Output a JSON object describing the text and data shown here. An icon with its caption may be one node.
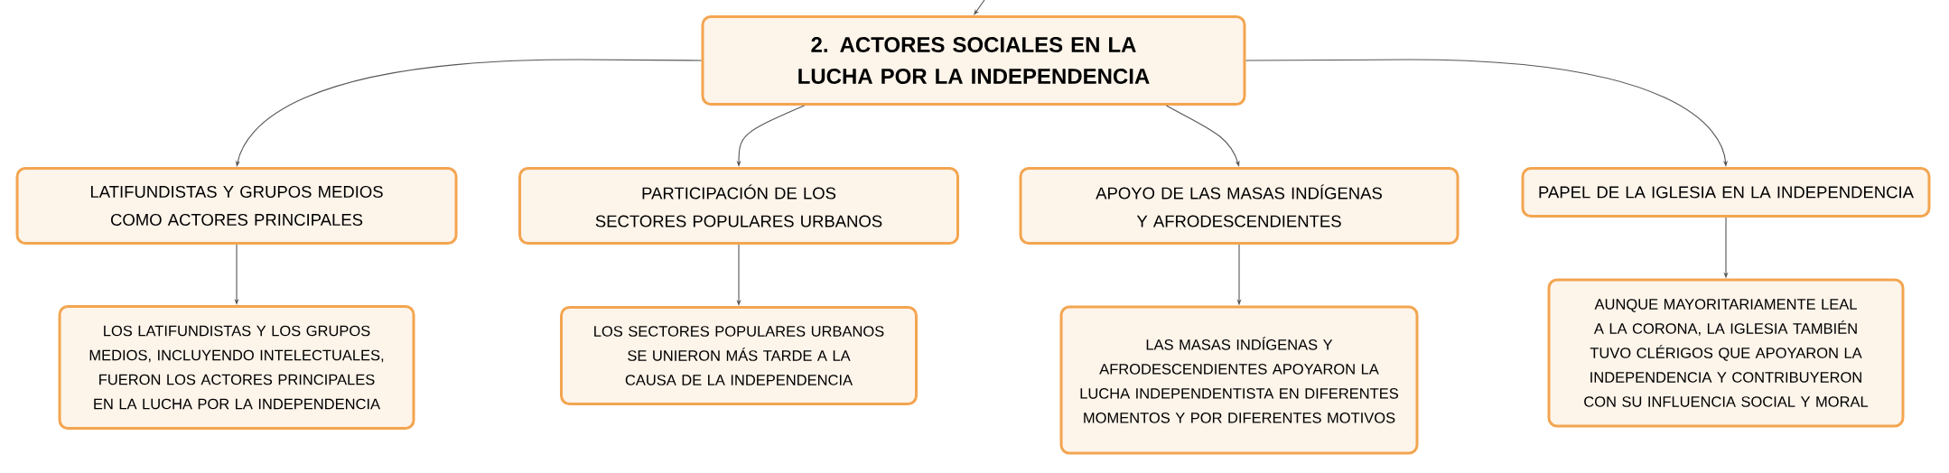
{
  "diagram": {
    "nodes": [
      {
        "text": [
          "2. ACTORES SOCIALES EN LA LUCHA POR LA INDEPENDENCIA"
        ]
      },
      {
        "text": [
          "LATIFUNDISTAS Y GRUPOS MEDIOS COMO ACTORES PRINCIPALES"
        ]
      },
      {
        "text": [
          "PARTICIPACIÓN DE LOS SECTORES POPULARES URBANOS"
        ]
      },
      {
        "text": [
          "APOYO DE LAS MASAS INDÍGENAS Y AFRODESCENDIENTES"
        ]
      },
      {
        "text": [
          "PAPEL DE LA IGLESIA EN LA INDEPENDENCIA"
        ]
      },
      {
        "text": [
          "LOS LATIFUNDISTAS Y LOS GRUPOS MEDIOS, INCLUYENDO INTELECTUALES, FUERON LOS ACTORES PRINCIPALES EN LA LUCHA POR LA INDEPENDENCIA"
        ]
      },
      {
        "text": [
          "LOS SECTORES POPULARES URBANOS SE UNIERON MÁS TARDE A LA CAUSA DE LA INDEPENDENCIA"
        ]
      },
      {
        "text": [
          "LAS MASAS INDÍGENAS Y AFRODESCENDIENTES APOYARON LA LUCHA INDEPENDENTISTA EN DIFERENTES MOMENTOS Y POR DIFERENTES MOTIVOS"
        ]
      },
      {
        "text": [
          "AUNQUE MAYORITARIAMENTE LEAL A LA CORONA, LA IGLESIA TAMBIÉN TUVO CLÉRIGOS QUE APOYARON LA INDEPENDENCIA Y CONTRIBUYERON CON SU INFLUENCIA SOCIAL Y MORAL"
        ]
      }
    ],
    "edges": [
      {
        "from": null,
        "to": 0,
        "arrow": "to"
      },
      {
        "from": 0,
        "to": 1,
        "arrow": "to"
      },
      {
        "from": 0,
        "to": 2,
        "arrow": "to"
      },
      {
        "from": 0,
        "to": 3,
        "arrow": "to"
      },
      {
        "from": 0,
        "to": 4,
        "arrow": "to"
      },
      {
        "from": 1,
        "to": 5,
        "arrow": "to"
      },
      {
        "from": 2,
        "to": 6,
        "arrow": "to"
      },
      {
        "from": 3,
        "to": 7,
        "arrow": "to"
      },
      {
        "from": 4,
        "to": 8,
        "arrow": "to"
      }
    ]
  }
}
